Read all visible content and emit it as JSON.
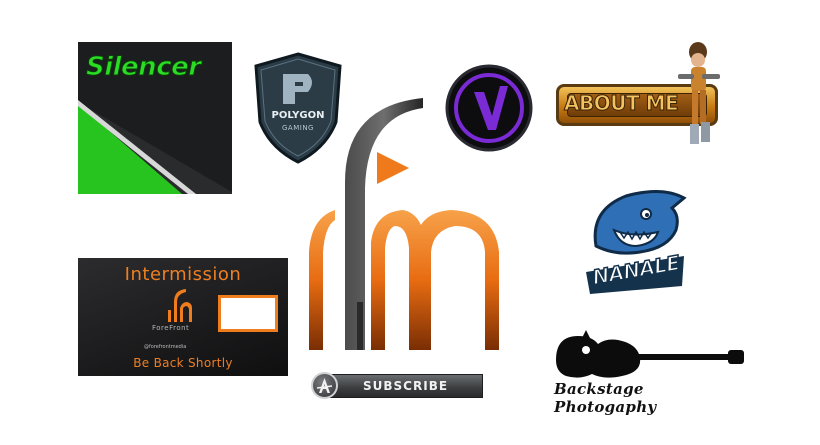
{
  "logos": {
    "silencer": {
      "title": "Silencer"
    },
    "polygon": {
      "name": "POLYGON",
      "sub": "GAMING"
    },
    "about_me": {
      "label": "ABOUT ME"
    },
    "nanale": {
      "label": "NANALE"
    },
    "intermission": {
      "title": "Intermission",
      "brand": "ForeFront",
      "handle": "@forefrontmedia",
      "back": "Be Back Shortly"
    },
    "subscribe": {
      "label": "SUBSCRIBE"
    },
    "backstage": {
      "label": "Backstage Photogaphy"
    }
  },
  "colors": {
    "orange": "#f07d1d",
    "green": "#2bdc25",
    "purple": "#7b2bd6",
    "steel": "#2f4350"
  },
  "icons": [
    "play-triangle-icon",
    "guitar-icon",
    "shark-icon",
    "anarchy-a-icon",
    "polygon-p-icon",
    "purple-v-icon"
  ]
}
